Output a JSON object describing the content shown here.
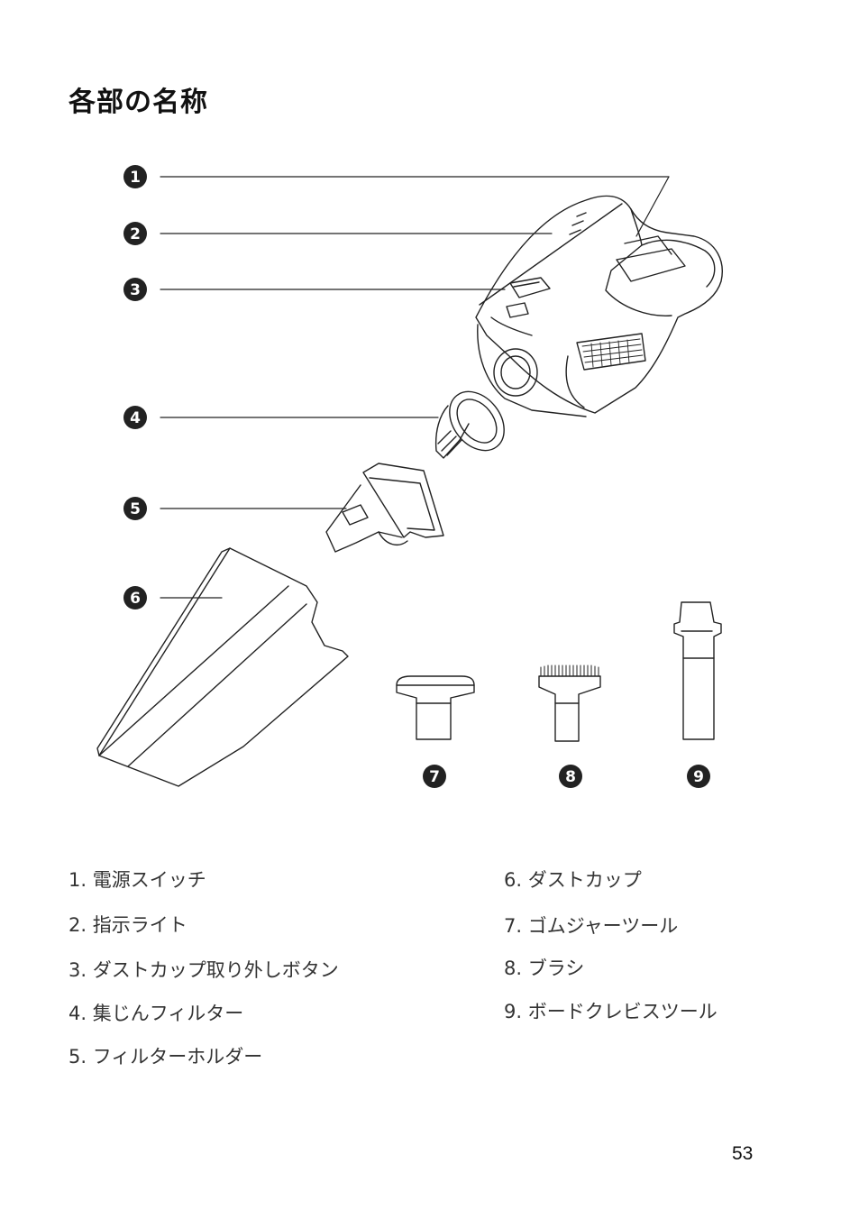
{
  "title": "各部の名称",
  "markers": [
    "1",
    "2",
    "3",
    "4",
    "5",
    "6",
    "7",
    "8",
    "9"
  ],
  "legend": {
    "left": [
      "1. 電源スイッチ",
      "2. 指示ライト",
      "3. ダストカップ取り外しボタン",
      "4. 集じんフィルター",
      "5. フィルターホルダー"
    ],
    "right": [
      "6. ダストカップ",
      "7. ゴムジャーツール",
      "8. ブラシ",
      "9. ボードクレビスツール"
    ]
  },
  "page_number": "53"
}
